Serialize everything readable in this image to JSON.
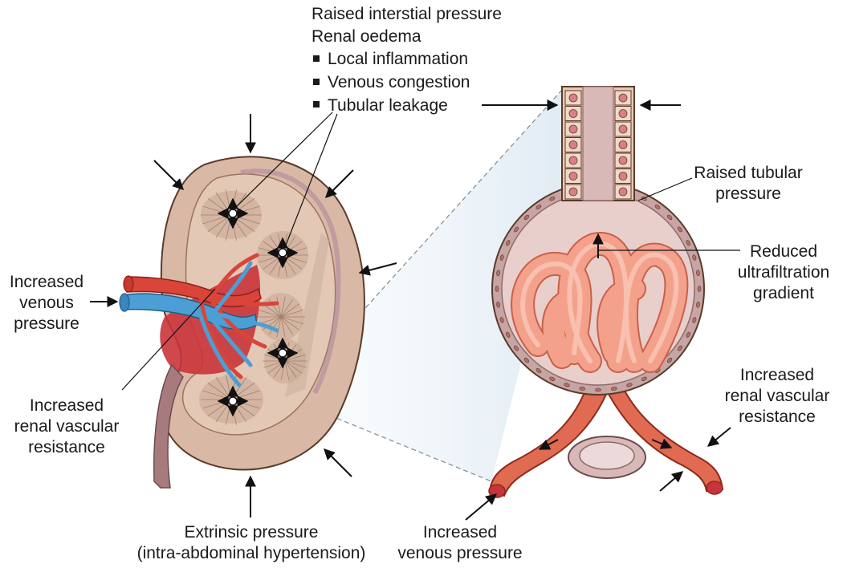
{
  "labels": {
    "top_header_1": "Raised interstial pressure",
    "top_header_2": "Renal oedema",
    "bullet_1": "Local inflammation",
    "bullet_2": "Venous congestion",
    "bullet_3": "Tubular leakage",
    "left_venous": [
      "Increased",
      "venous",
      "pressure"
    ],
    "left_vascular": [
      "Increased",
      "renal vascular",
      "resistance"
    ],
    "bottom_extrinsic": [
      "Extrinsic pressure",
      "(intra-abdominal hypertension)"
    ],
    "bottom_venous": [
      "Increased",
      "venous pressure"
    ],
    "raised_tubular": [
      "Raised tubular",
      "pressure"
    ],
    "reduced_uf": [
      "Reduced",
      "ultrafiltration",
      "gradient"
    ],
    "right_vascular": [
      "Increased",
      "renal vascular",
      "resistance"
    ]
  },
  "colors": {
    "kidney_outer": "#d9b9a5",
    "kidney_inner": "#e3c8b5",
    "medulla": "#c7a592",
    "capsule": "#b58ea0",
    "artery": "#d9453a",
    "vein": "#4b9fd5",
    "capillary": "#f4a18c",
    "bowman": "#e8cfcc",
    "tubule": "#d9b8b8",
    "zoom_fill": "#dbe8f2"
  }
}
